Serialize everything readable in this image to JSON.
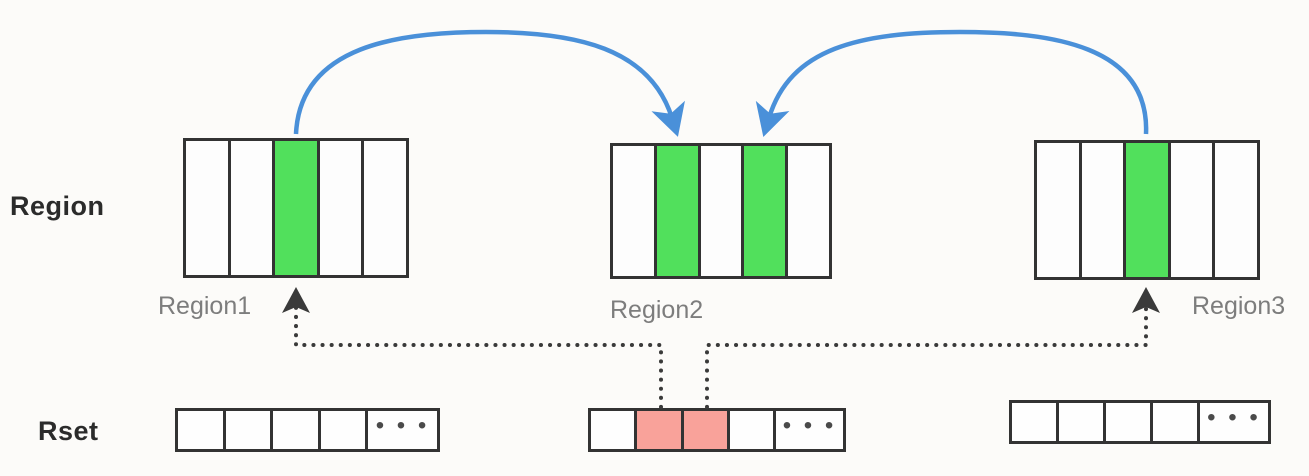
{
  "diagram": {
    "title_rows": {
      "region_label": "Region",
      "rset_label": "Rset"
    },
    "ellipsis_glyph": "• • •",
    "colors": {
      "green_cell": "#51e05c",
      "red_cell": "#f9a29a",
      "box_border": "#333333",
      "blue_arrow": "#4a90d9",
      "dotted_arrow": "#3a3a3a",
      "caption_text": "#7d7d7d",
      "label_text": "#2b2b2b",
      "background": "#fcfbf9"
    },
    "regions": [
      {
        "caption": "Region1",
        "cells": [
          "empty",
          "empty",
          "green",
          "empty",
          "empty"
        ]
      },
      {
        "caption": "Region2",
        "cells": [
          "empty",
          "green",
          "empty",
          "green",
          "empty"
        ]
      },
      {
        "caption": "Region3",
        "cells": [
          "empty",
          "empty",
          "green",
          "empty",
          "empty"
        ]
      }
    ],
    "rsets": [
      {
        "cells": [
          "empty",
          "empty",
          "empty",
          "empty",
          "ellipsis"
        ]
      },
      {
        "cells": [
          "empty",
          "red",
          "red",
          "empty",
          "ellipsis"
        ]
      },
      {
        "cells": [
          "empty",
          "empty",
          "empty",
          "empty",
          "ellipsis"
        ]
      }
    ],
    "arrows": {
      "reference_arrows": [
        {
          "name": "region1-to-region2",
          "from": "Region1 green cell",
          "to": "Region2 green cell 2",
          "style": "curved-solid-blue"
        },
        {
          "name": "region3-to-region2",
          "from": "Region3 green cell",
          "to": "Region2 green cell 4",
          "style": "curved-solid-blue"
        }
      ],
      "rset_arrows": [
        {
          "name": "rset2-red1-to-region1",
          "from": "Rset2 red cell 1",
          "to": "Region1 green cell",
          "style": "dotted-elbow"
        },
        {
          "name": "rset2-red2-to-region3",
          "from": "Rset2 red cell 2",
          "to": "Region3 green cell",
          "style": "dotted-elbow"
        }
      ]
    }
  }
}
